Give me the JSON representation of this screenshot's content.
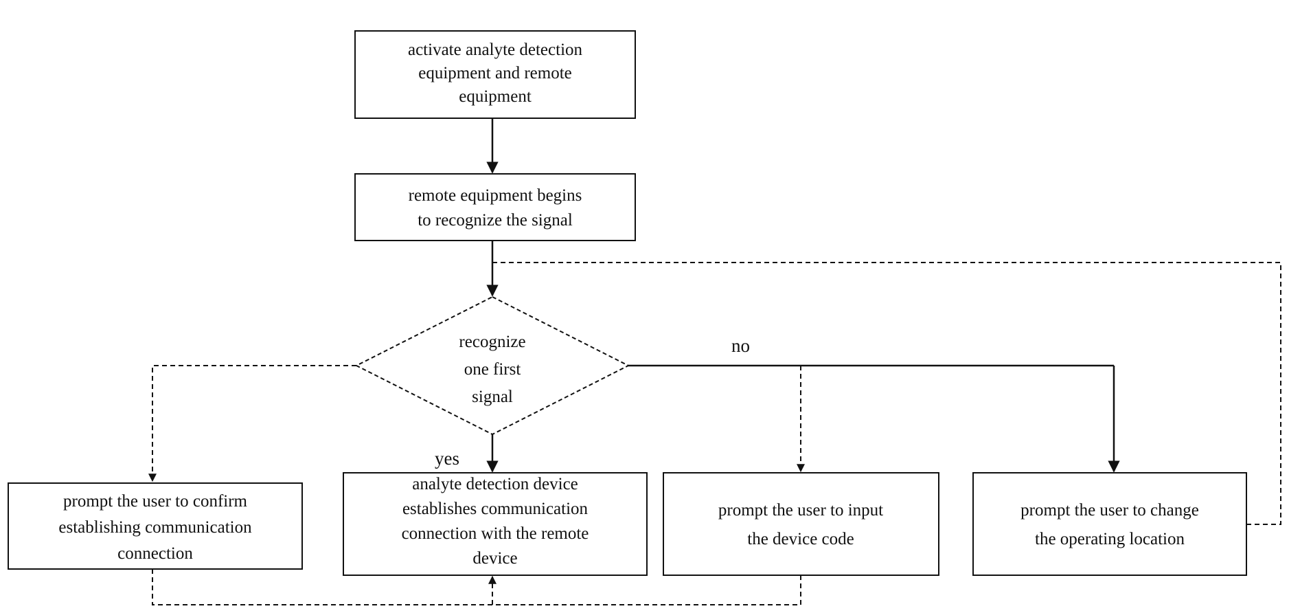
{
  "nodes": {
    "activate": [
      "activate analyte detection",
      "equipment and remote",
      "equipment"
    ],
    "recognize_begin": [
      "remote equipment begins",
      "to recognize the signal"
    ],
    "decision": [
      "recognize",
      "one first",
      "signal"
    ],
    "confirm": [
      "prompt the user to confirm",
      "establishing communication",
      "connection"
    ],
    "establish": [
      "analyte detection device",
      "establishes communication",
      "connection with the remote",
      "device"
    ],
    "input_code": [
      "prompt the user to input",
      "the device code"
    ],
    "change_location": [
      "prompt the user to change",
      "the operating location"
    ]
  },
  "labels": {
    "yes": "yes",
    "no": "no"
  }
}
